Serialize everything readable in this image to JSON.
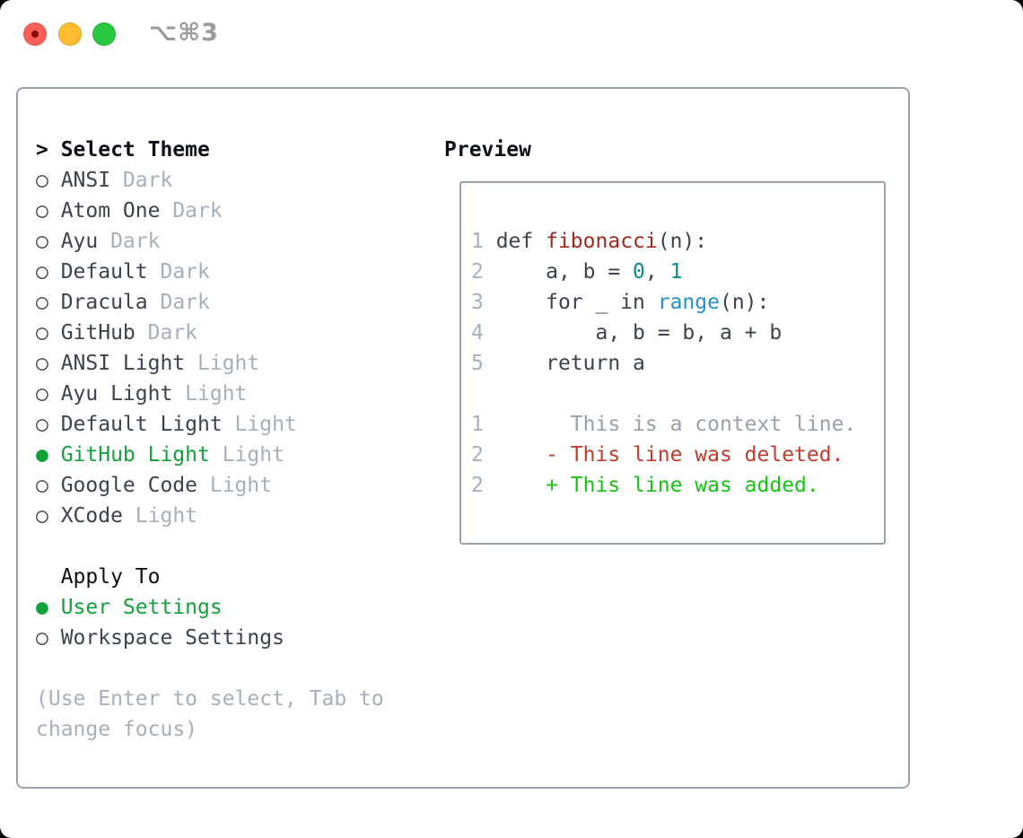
{
  "window": {
    "title": "⌥⌘3"
  },
  "picker": {
    "prompt": ">",
    "title": "Select Theme",
    "radio_unselected": "○",
    "radio_selected": "●",
    "themes": [
      {
        "name": "ANSI",
        "variant": "Dark",
        "selected": false
      },
      {
        "name": "Atom One",
        "variant": "Dark",
        "selected": false
      },
      {
        "name": "Ayu",
        "variant": "Dark",
        "selected": false
      },
      {
        "name": "Default",
        "variant": "Dark",
        "selected": false
      },
      {
        "name": "Dracula",
        "variant": "Dark",
        "selected": false
      },
      {
        "name": "GitHub",
        "variant": "Dark",
        "selected": false
      },
      {
        "name": "ANSI Light",
        "variant": "Light",
        "selected": false
      },
      {
        "name": "Ayu Light",
        "variant": "Light",
        "selected": false
      },
      {
        "name": "Default Light",
        "variant": "Light",
        "selected": false
      },
      {
        "name": "GitHub Light",
        "variant": "Light",
        "selected": true
      },
      {
        "name": "Google Code",
        "variant": "Light",
        "selected": false
      },
      {
        "name": "XCode",
        "variant": "Light",
        "selected": false
      }
    ],
    "apply_to": {
      "title": "Apply To",
      "options": [
        {
          "label": "User Settings",
          "selected": true
        },
        {
          "label": "Workspace Settings",
          "selected": false
        }
      ]
    },
    "hints": [
      "(Use Enter to select, Tab to",
      "change focus)"
    ]
  },
  "preview": {
    "title": "Preview",
    "lines": [
      [
        [
          "ln",
          "1"
        ],
        [
          "pl",
          " def "
        ],
        [
          "fn",
          "fibonacci"
        ],
        [
          "pl",
          "(n):"
        ]
      ],
      [
        [
          "ln",
          "2"
        ],
        [
          "pl",
          "     a, b = "
        ],
        [
          "nu",
          "0"
        ],
        [
          "pl",
          ", "
        ],
        [
          "nu",
          "1"
        ]
      ],
      [
        [
          "ln",
          "3"
        ],
        [
          "pl",
          "     for _ in "
        ],
        [
          "bi",
          "range"
        ],
        [
          "pl",
          "(n):"
        ]
      ],
      [
        [
          "ln",
          "4"
        ],
        [
          "pl",
          "         a, b = b, a + b"
        ]
      ],
      [
        [
          "ln",
          "5"
        ],
        [
          "pl",
          "     return a"
        ]
      ],
      [],
      [
        [
          "ln",
          "1"
        ],
        [
          "cx",
          "       This is a context line."
        ]
      ],
      [
        [
          "ln",
          "2"
        ],
        [
          "de",
          "     - This line was deleted."
        ]
      ],
      [
        [
          "ln",
          "2"
        ],
        [
          "ad",
          "     + This line was added."
        ]
      ]
    ]
  },
  "colors": {
    "accent": "#12a23a",
    "added_green": "#14c614",
    "deleted_red": "#c43b2b",
    "function_red": "#a3271e",
    "number_teal": "#088b8b",
    "builtin_blue": "#2492c8",
    "context_gray": "#9aa0a8",
    "text_dark": "#3c434c",
    "text_muted": "#a6afba",
    "heading_black": "#0d1117",
    "border_gray": "#9aa3ae",
    "title_gray": "#9b9b9b",
    "traffic_red": "#ff5f57",
    "traffic_yellow": "#febc2e",
    "traffic_green": "#28c840",
    "traffic_red_dot": "#870d0a"
  }
}
